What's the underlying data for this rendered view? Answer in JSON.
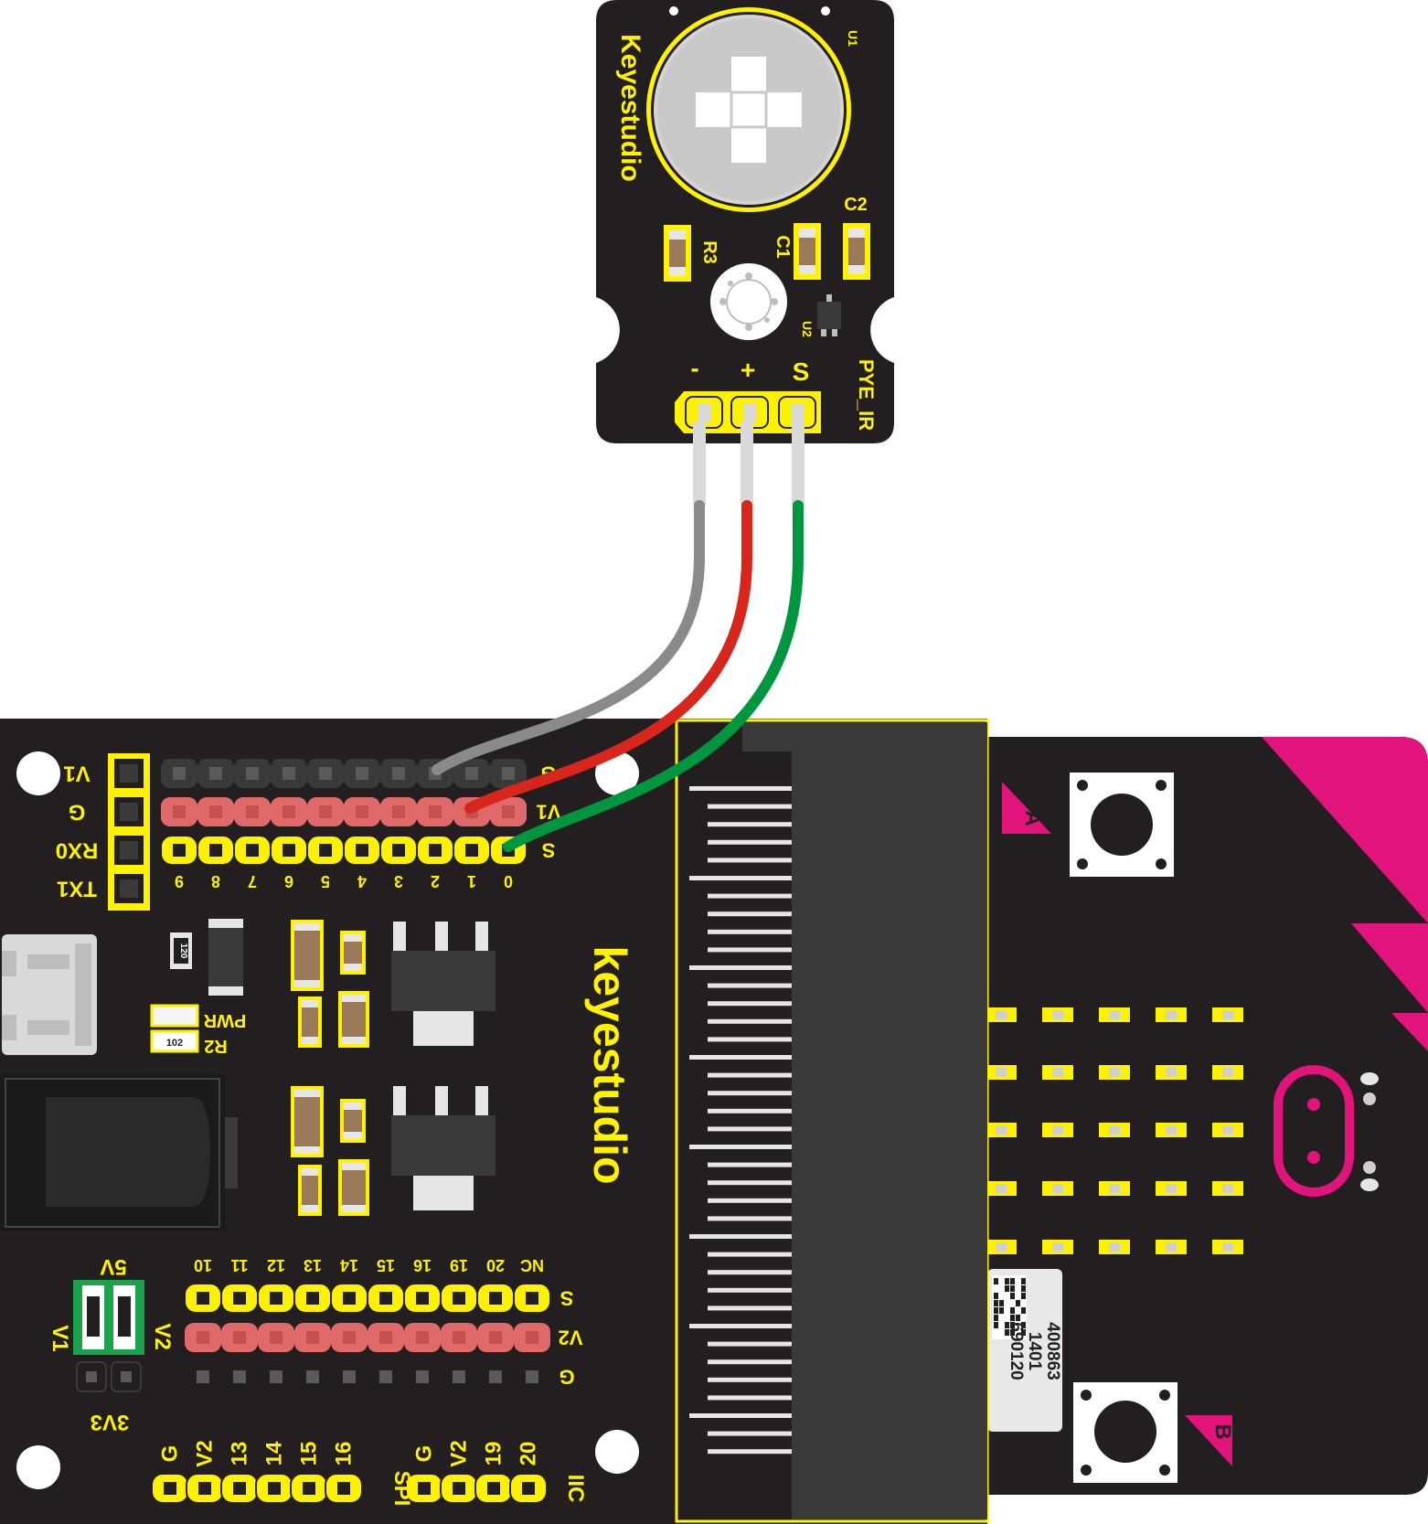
{
  "colors": {
    "board": "#231f20",
    "yellow": "#fff200",
    "red_row": "#e06a6a",
    "dark_row": "#3a3a3a",
    "magenta": "#e0147a",
    "wire_gnd": "#8a8a8a",
    "wire_vcc": "#d9261c",
    "wire_sig": "#00963f",
    "jumper_green": "#1aa34a"
  },
  "sensor": {
    "brand": "Keyestudio",
    "u1": "U1",
    "u2": "U2",
    "c1": "C1",
    "c2": "C2",
    "r3": "R3",
    "pin_minus": "-",
    "pin_plus": "+",
    "pin_s": "S",
    "model": "PYE_IR",
    "icon": "pir-lens-icon"
  },
  "shield": {
    "brand": "keyestudio",
    "header_left": [
      "V1",
      "G",
      "RX0",
      "TX1"
    ],
    "top_row_labels": [
      "G",
      "V1",
      "S"
    ],
    "top_pin_numbers": [
      "9",
      "8",
      "7",
      "6",
      "5",
      "4",
      "3",
      "2",
      "1",
      "0"
    ],
    "bottom_pin_numbers": [
      "10",
      "11",
      "12",
      "13",
      "14",
      "15",
      "16",
      "19",
      "20",
      "NC"
    ],
    "bottom_row_labels": [
      "S",
      "V2",
      "G"
    ],
    "jumper_top": "5V",
    "jumper_left": "V1",
    "jumper_right": "V2",
    "jumper_bottom": "3V3",
    "pwr_label": "PWR",
    "r2_label": "R2",
    "r2_code": "102",
    "inductor_code": "120",
    "spi_header": [
      "G",
      "V2",
      "13",
      "14",
      "15",
      "16"
    ],
    "spi_label": "SPI",
    "iic_header": [
      "G",
      "V2",
      "19",
      "20"
    ],
    "iic_label": "IIC"
  },
  "microbit": {
    "button_a": "A",
    "button_b": "B",
    "sticker_lines": [
      "400863",
      "1401",
      "690120"
    ]
  }
}
